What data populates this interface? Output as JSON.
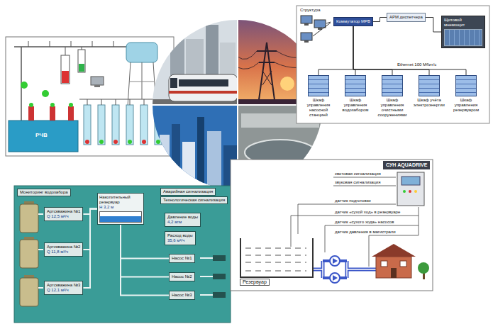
{
  "diagram": {
    "nodes": [
      {
        "text": [
          "Коммутатор MPB"
        ]
      },
      {
        "text": [
          "АРМ диспетчера"
        ]
      },
      {
        "text": [
          "Щитовой мнемощит"
        ]
      },
      {
        "text": [
          "Шкаф управления насосной станцией"
        ]
      },
      {
        "text": [
          "Шкаф управления водозабором"
        ]
      },
      {
        "text": [
          "Шкаф управления очистными сооружениями"
        ]
      },
      {
        "text": [
          "Шкаф учёта электроэнергии"
        ]
      },
      {
        "text": [
          "Шкаф управления резервуаром"
        ]
      },
      {
        "text": [
          "СУН AQUADRIVE"
        ]
      },
      {
        "text": [
          "Резервуар"
        ]
      },
      {
        "text": [
          "Артскважина №1",
          "Q 12,5 м³/ч"
        ]
      },
      {
        "text": [
          "Накопительный резервуар",
          "H 3,2 м"
        ]
      },
      {
        "text": [
          "Давление воды",
          "4,2 атм"
        ]
      },
      {
        "text": [
          "Расход воды",
          "35,6 м³/ч"
        ]
      },
      {
        "text": [
          "Артскважина №2",
          "Q 11,8 м³/ч"
        ]
      },
      {
        "text": [
          "Насос №1"
        ]
      },
      {
        "text": [
          "Насос №2"
        ]
      },
      {
        "text": [
          "Артскважина №3",
          "Q 12,1 м³/ч"
        ]
      },
      {
        "text": [
          "Насос №3"
        ]
      }
    ],
    "edges": [
      {
        "from": 0,
        "to": 1,
        "arrow": "none"
      },
      {
        "from": 1,
        "to": 2,
        "arrow": "none"
      },
      {
        "from": 0,
        "to": 3,
        "arrow": "none"
      },
      {
        "from": 0,
        "to": 4,
        "arrow": "none"
      },
      {
        "from": 0,
        "to": 5,
        "arrow": "none"
      },
      {
        "from": 0,
        "to": 6,
        "arrow": "none"
      },
      {
        "from": 0,
        "to": 7,
        "arrow": "none"
      },
      {
        "from": 10,
        "to": 11,
        "arrow": "none"
      },
      {
        "from": 14,
        "to": 11,
        "arrow": "none"
      },
      {
        "from": 17,
        "to": 11,
        "arrow": "none"
      },
      {
        "from": 11,
        "to": 15,
        "arrow": "none"
      },
      {
        "from": 11,
        "to": 16,
        "arrow": "none"
      },
      {
        "from": 11,
        "to": 18,
        "arrow": "none"
      }
    ],
    "labels": [
      "Структура",
      "Ethernet 100 Мбит/с",
      "РЧВ",
      "Мониторинг водозабора",
      "Аварийная сигнализация",
      "Технологическая сигнализация",
      "световая сигнализация",
      "звуковая сигнализация",
      "датчик подготовки",
      "датчик «сухой ход» в резервуаре",
      "датчик «сухого хода» насосов",
      "датчик давления в магистрали"
    ]
  }
}
